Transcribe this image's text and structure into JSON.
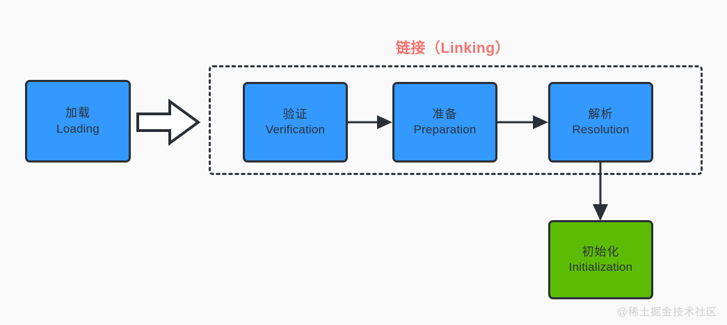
{
  "diagram": {
    "group": {
      "title_cn": "链接",
      "title_full": "链接（Linking）",
      "border_style": "dashed",
      "color": "#f4736f"
    },
    "nodes": [
      {
        "id": "loading",
        "cn": "加载",
        "en": "Loading",
        "color": "#3399ff",
        "border_color": "#2b2f36"
      },
      {
        "id": "verification",
        "cn": "验证",
        "en": "Verification",
        "color": "#3399ff",
        "border_color": "#2b2f36"
      },
      {
        "id": "preparation",
        "cn": "准备",
        "en": "Preparation",
        "color": "#3399ff",
        "border_color": "#2b2f36"
      },
      {
        "id": "resolution",
        "cn": "解析",
        "en": "Resolution",
        "color": "#3399ff",
        "border_color": "#2b2f36"
      },
      {
        "id": "initialization",
        "cn": "初始化",
        "en": "Initialization",
        "color": "#5cbc04",
        "border_color": "#2b2f36"
      }
    ],
    "connectors": [
      {
        "id": "loading-to-linking",
        "from": "loading",
        "to": "verification",
        "style": "hollow-block-arrow",
        "direction": "right"
      },
      {
        "id": "verification-to-preparation",
        "from": "verification",
        "to": "preparation",
        "style": "line-arrow",
        "direction": "right"
      },
      {
        "id": "preparation-to-resolution",
        "from": "preparation",
        "to": "resolution",
        "style": "line-arrow",
        "direction": "right"
      },
      {
        "id": "resolution-to-initialization",
        "from": "resolution",
        "to": "initialization",
        "style": "line-arrow",
        "direction": "down"
      }
    ],
    "watermark": "@稀土掘金技术社区",
    "background": "#f9f9f9"
  }
}
